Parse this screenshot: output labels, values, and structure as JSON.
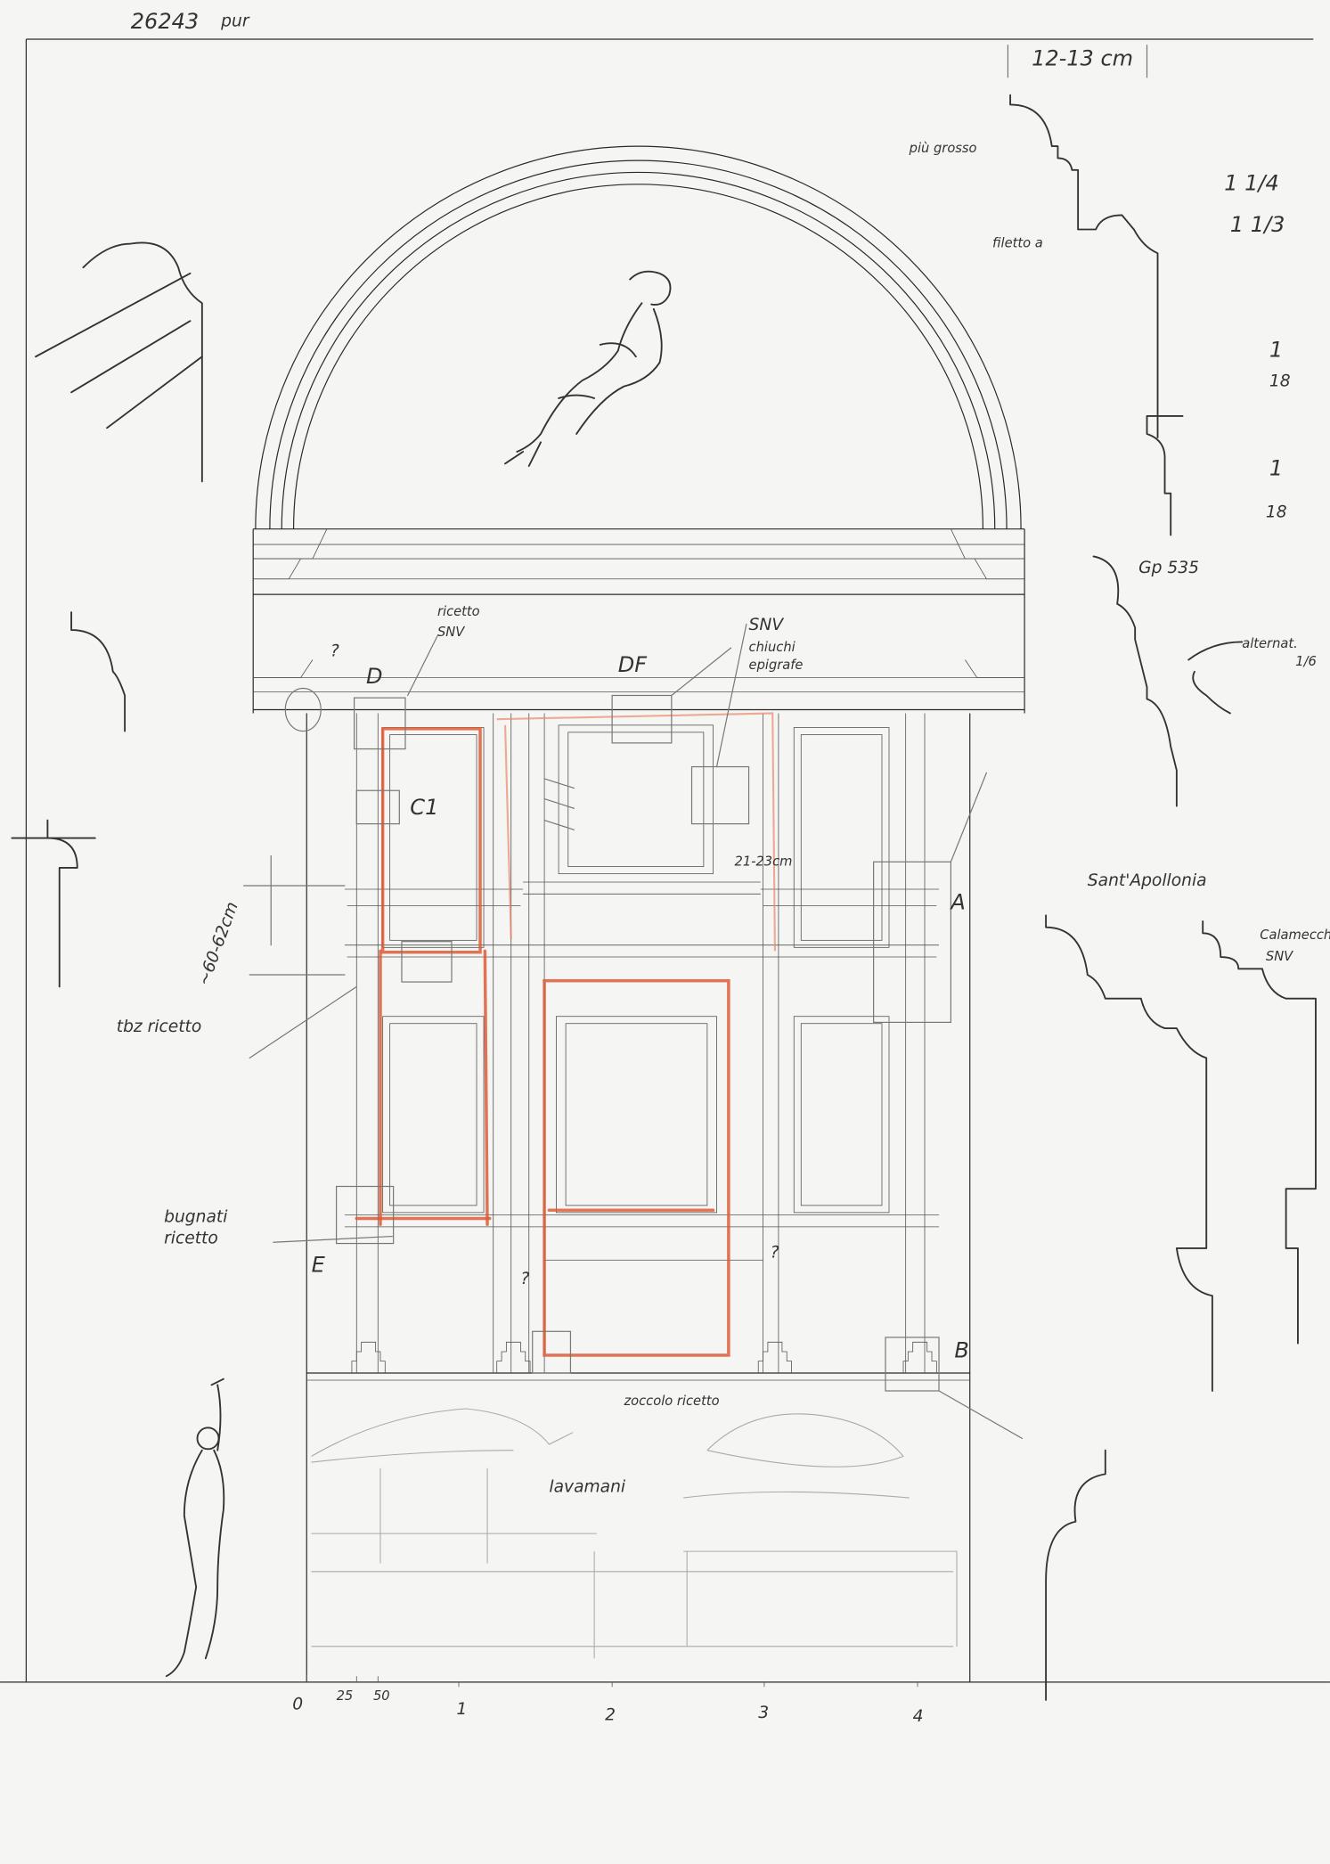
{
  "sheet": {
    "catalog_number": "26243",
    "catalog_initials": "pur",
    "colors": {
      "paper": "#f5f5f3",
      "graphite": "#333333",
      "red_pencil": "#dd5a36"
    }
  },
  "profile_notes": {
    "width_dimension": "12-13 cm",
    "note_top": "più grosso",
    "note_listello": "filetto a",
    "ratio_a": "1 1/4",
    "ratio_b": "1 1/3",
    "ratio_c_num": "1",
    "ratio_c_den": "18",
    "ratio_d_num": "1",
    "ratio_d_den": "18",
    "ref_code": "Gp 535",
    "alternative": "alternat.",
    "alternative_ratio": "1/6",
    "sant_apollonia": "Sant'Apollonia",
    "calamecchi_1": "Calamecchi",
    "calamecchi_2": "SNV"
  },
  "elevation_notes": {
    "ricetto_snv_1": "ricetto",
    "ricetto_snv_2": "SNV",
    "snv_1": "SNV",
    "snv_2": "chiuchi",
    "snv_3": "epigrafe",
    "label_d": "D",
    "label_df": "DF",
    "label_c1": "C1",
    "label_a": "A",
    "label_b": "B",
    "label_e": "E",
    "question": "?",
    "dimension_cm": "21-23cm",
    "height_dim": "~60-62cm",
    "fregio_ricetto": "tbz ricetto",
    "bugnati_1": "bugnati",
    "bugnati_2": "ricetto",
    "zoccolo": "zoccolo ricetto",
    "lavamani": "lavamani"
  },
  "scale_bar": {
    "ticks": [
      "0",
      "25",
      "50",
      "1",
      "2",
      "3",
      "4"
    ]
  }
}
